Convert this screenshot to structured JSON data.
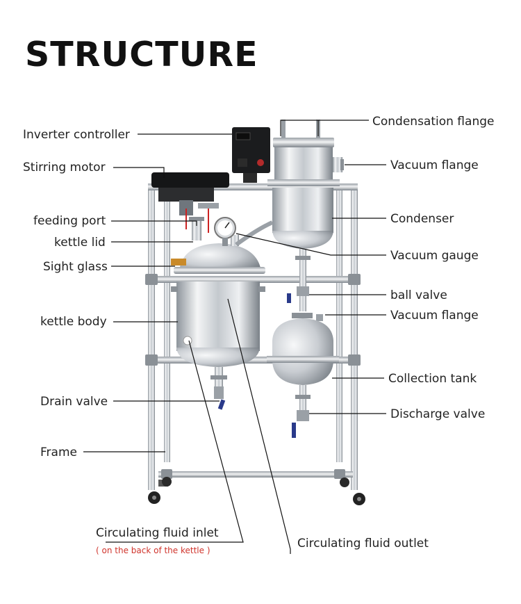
{
  "title": "STRUCTURE",
  "labels": {
    "inverter_controller": "Inverter controller",
    "stirring_motor": "Stirring motor",
    "feeding_port": "feeding port",
    "kettle_lid": "kettle lid",
    "sight_glass": "Sight glass",
    "kettle_body": "kettle body",
    "drain_valve": "Drain valve",
    "frame": "Frame",
    "circulating_fluid_inlet": "Circulating fluid inlet",
    "inlet_note": "( on the back of the kettle )",
    "circulating_fluid_outlet": "Circulating fluid outlet",
    "condensation_flange": "Condensation flange",
    "vacuum_flange_top": "Vacuum flange",
    "condenser": "Condenser",
    "vacuum_gauge": "Vacuum gauge",
    "ball_valve": "ball valve",
    "vacuum_flange_mid": "Vacuum flange",
    "collection_tank": "Collection tank",
    "discharge_valve": "Discharge valve"
  },
  "colors": {
    "steel_light": "#eef0f2",
    "steel_mid": "#b9bec4",
    "steel_dark": "#6f767d",
    "controller": "#1b1c1e",
    "valve_handle": "#2a3a8a",
    "note_red": "#d0342c"
  }
}
